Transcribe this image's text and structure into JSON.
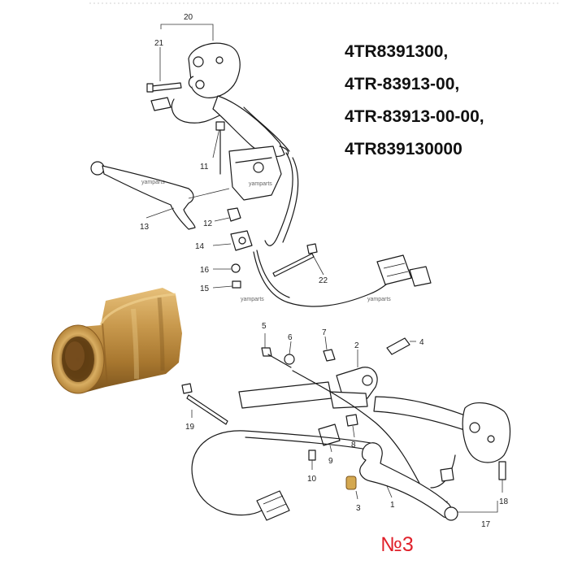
{
  "part_numbers": [
    "4TR8391300,",
    "4TR-83913-00,",
    "4TR-83913-00-00,",
    "4TR839130000"
  ],
  "callouts": {
    "c20": "20",
    "c21": "21",
    "c11": "11",
    "c13": "13",
    "c12": "12",
    "c14": "14",
    "c16": "16",
    "c15": "15",
    "c22": "22",
    "c5": "5",
    "c6": "6",
    "c7": "7",
    "c2": "2",
    "c4": "4",
    "c19": "19",
    "c8": "8",
    "c9": "9",
    "c10": "10",
    "c3": "3",
    "c1": "1",
    "c18": "18",
    "c17": "17"
  },
  "watermarks": [
    "yamparts",
    "yamparts",
    "yamparts",
    "yamparts"
  ],
  "caption": "№3",
  "colors": {
    "caption": "#e0202a",
    "bushing_brass": "#b8863c",
    "line_art": "#1a1a1a"
  }
}
